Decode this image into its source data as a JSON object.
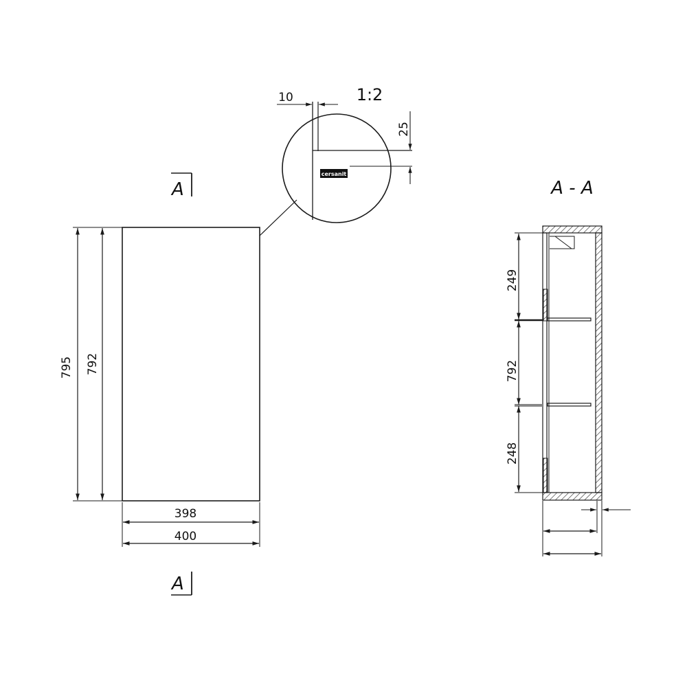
{
  "drawing": {
    "section_marker": "A",
    "section_title": "A - A",
    "detail_scale": "1:2",
    "logo_text": "cersanit",
    "front_view": {
      "height_outer": "795",
      "height_inner": "792",
      "width_inner": "398",
      "width_outer": "400"
    },
    "detail_view": {
      "dim_gap": "10",
      "dim_depth": "25"
    },
    "section_view": {
      "dim_top": "249",
      "dim_middle": "792",
      "dim_bottom": "248"
    }
  }
}
